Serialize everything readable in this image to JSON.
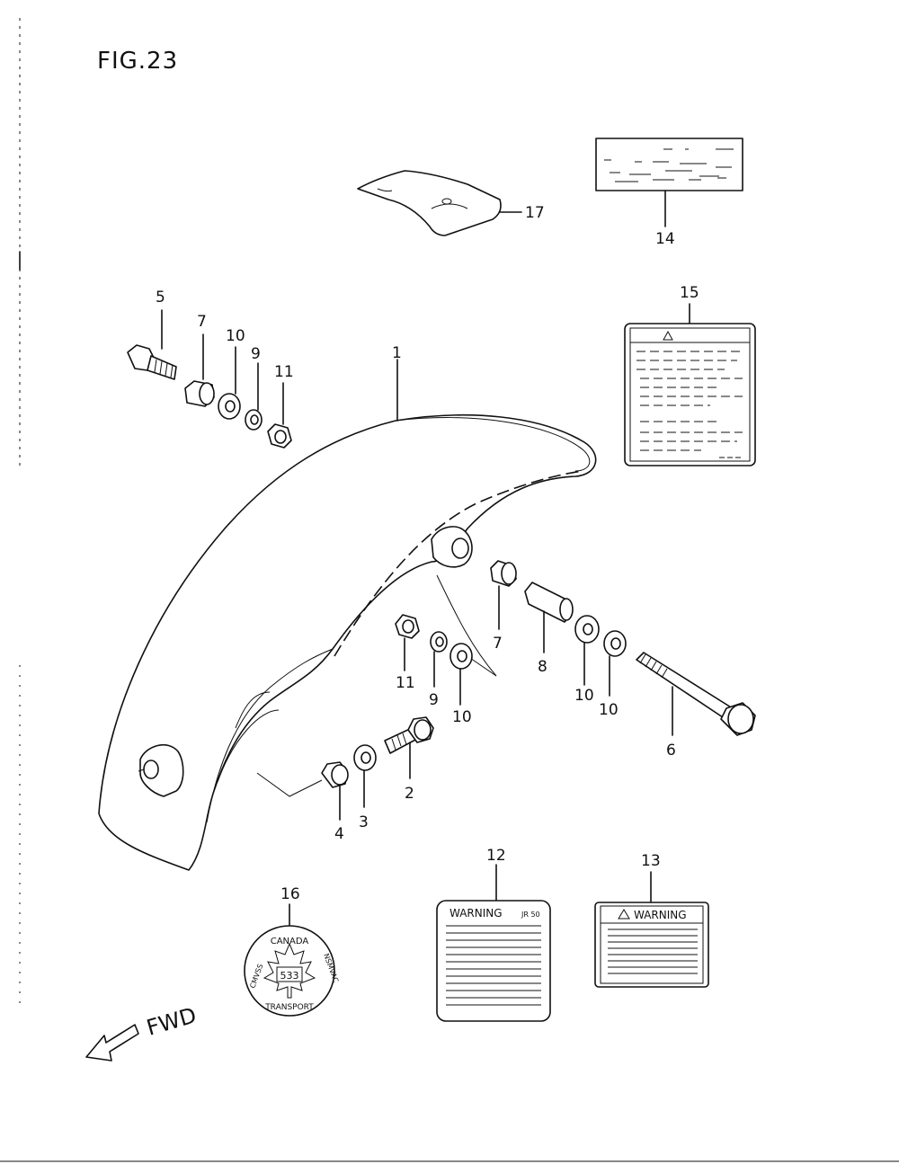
{
  "figure_title": "FIG.23",
  "direction_label": "FWD",
  "callouts": {
    "c1": "1",
    "c2": "2",
    "c3": "3",
    "c4": "4",
    "c5": "5",
    "c6": "6",
    "c7a": "7",
    "c7b": "7",
    "c8": "8",
    "c9a": "9",
    "c9b": "9",
    "c10a": "10",
    "c10b": "10",
    "c10c": "10",
    "c10d": "10",
    "c11a": "11",
    "c11b": "11",
    "c12": "12",
    "c13": "13",
    "c14": "14",
    "c15": "15",
    "c16": "16",
    "c17": "17"
  },
  "labels": {
    "warning_12": "WARNING",
    "warning_12_code": "JR 50",
    "warning_13": "WARNING",
    "canada_top": "CANADA",
    "canada_code": "533",
    "canada_bottom": "TRANSPORT",
    "canada_left": "CMVSS",
    "canada_right": "NSMVAC"
  }
}
